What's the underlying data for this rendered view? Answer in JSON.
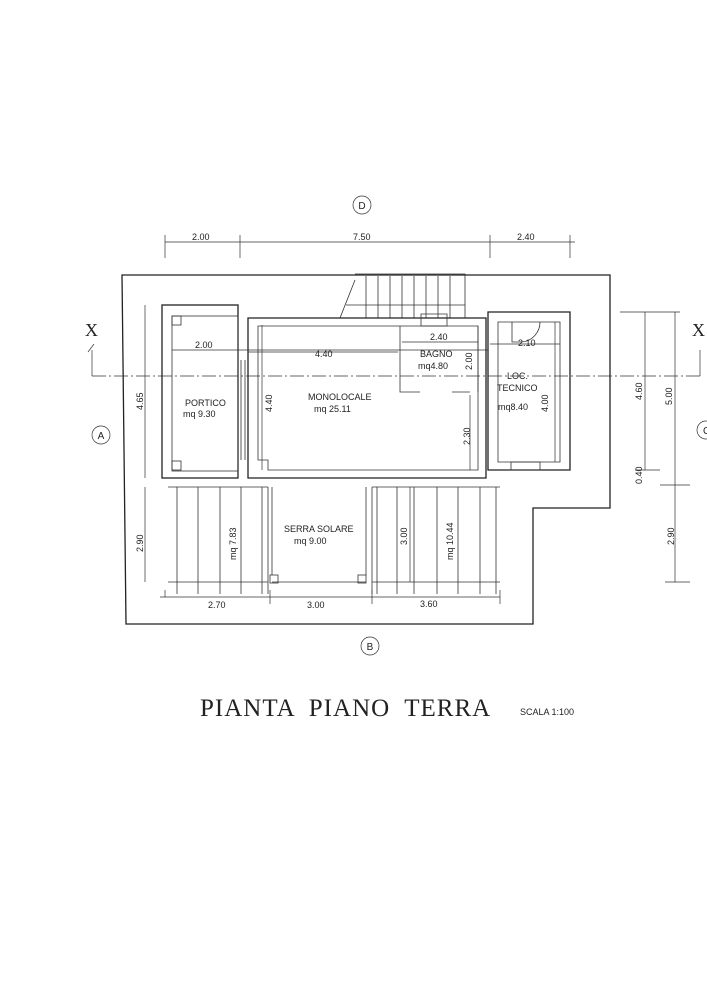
{
  "title": "PIANTA  PIANO  TERRA",
  "scale": "SCALA 1:100",
  "axes": {
    "top": "D",
    "left": "A",
    "bottom": "B",
    "right": "C",
    "section_left": "X",
    "section_right": "X"
  },
  "rooms": {
    "portico": {
      "name": "PORTICO",
      "area": "mq  9.30"
    },
    "monolocale": {
      "name": "MONOLOCALE",
      "area": "mq  25.11"
    },
    "bagno": {
      "name": "BAGNO",
      "area": "mq4.80"
    },
    "loc_tecnico": {
      "name": "LOC.",
      "name2": "TECNICO",
      "area": "mq8.40"
    },
    "serra": {
      "name": "SERRA SOLARE",
      "area": "mq  9.00"
    },
    "pergola_left": {
      "area": "mq  7.83"
    },
    "pergola_right": {
      "area": "mq  10.44"
    }
  },
  "dimensions": {
    "top": [
      "2.00",
      "7.50",
      "2.40"
    ],
    "portico_width": "2.00",
    "monolocale_width": "4.40",
    "bagno_width": "2.40",
    "tecnico_width": "2.10",
    "left_height": "4.65",
    "monolocale_height": "4.40",
    "bagno_height": "2.00",
    "monolocale_lower": "2.30",
    "tecnico_height": "4.00",
    "right_460": "4.60",
    "right_500": "5.00",
    "right_040": "0.40",
    "left_290": "2.90",
    "right_290": "2.90",
    "pergola_300": "3.00",
    "bottom": [
      "2.70",
      "3.00",
      "3.60"
    ]
  }
}
